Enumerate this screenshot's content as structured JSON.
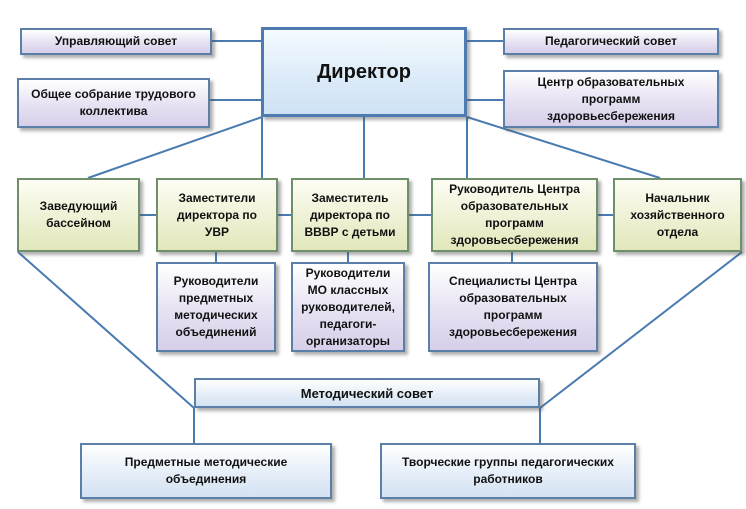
{
  "colors": {
    "line": "#4a7bb0",
    "border": "#5b7fa6",
    "lavender_fill": "#e6e1f2",
    "yellow_fill": "#eef1d4",
    "blue_fill": "#e5eef8"
  },
  "director": "Директор",
  "top_left": {
    "governing_council": "Управляющий совет",
    "general_meeting": "Общее собрание трудового\nколлектива"
  },
  "top_right": {
    "pedagogical_council": "Педагогический совет",
    "health_center": "Центр образовательных\nпрограмм\nздоровьесбережения"
  },
  "middle_row": {
    "pool_head": "Заведующий\nбассейном",
    "deputy_uvr": "Заместители\nдиректора по\nУВР",
    "deputy_vvvr": "Заместитель\nдиректора по\nВВВР с детьми",
    "health_center_head": "Руководитель Центра\nобразовательных\nпрограмм\nздоровьесбережения",
    "economic_head": "Начальник\nхозяйственного\nотдела"
  },
  "sub_row": {
    "subject_heads": "Руководители\nпредметных\nметодических\nобъединений",
    "mo_heads": "Руководители\nМО классных\nруководителей,\nпедагоги-\nорганизаторы",
    "health_specialists": "Специалисты Центра\nобразовательных\nпрограмм\nздоровьесбережения"
  },
  "methodical_council": "Методический совет",
  "bottom_row": {
    "subject_associations": "Предметные методические\nобъединения",
    "creative_groups": "Творческие группы педагогических\nработников"
  }
}
